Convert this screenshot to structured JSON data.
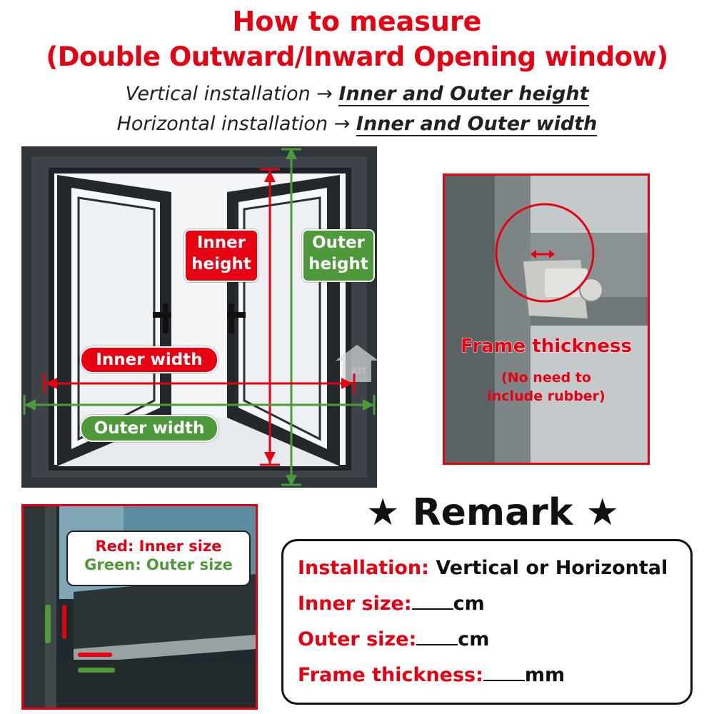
{
  "title": {
    "line1": "How to measure",
    "line2": "(Double Outward/Inward Opening window)"
  },
  "subtitles": {
    "vertical_prefix": "Vertical installation → ",
    "vertical_value": "Inner and Outer height",
    "horizontal_prefix": "Horizontal installation → ",
    "horizontal_value": "Inner and Outer width"
  },
  "diagram": {
    "inner_height_line1": "Inner",
    "inner_height_line2": "height",
    "outer_height_line1": "Outer",
    "outer_height_line2": "height",
    "inner_width": "Inner width",
    "outer_width": "Outer width",
    "watermark": "KIT"
  },
  "frame_photo": {
    "label": "Frame thickness",
    "note_line1": "(No need to",
    "note_line2": "include rubber)"
  },
  "legend_photo": {
    "red_label": "Red: Inner size",
    "green_label": "Green: Outer size"
  },
  "remark": {
    "heading": "★ Remark ★",
    "installation_key": "Installation:",
    "installation_value": " Vertical or Horizontal",
    "inner_key": "Inner size:",
    "inner_unit": "cm",
    "outer_key": "Outer size:",
    "outer_unit": "cm",
    "frame_key": "Frame thickness:",
    "frame_unit": "mm"
  },
  "colors": {
    "red": "#e60012",
    "green": "#4e9a3a",
    "frame_dark": "#3a3f44"
  }
}
